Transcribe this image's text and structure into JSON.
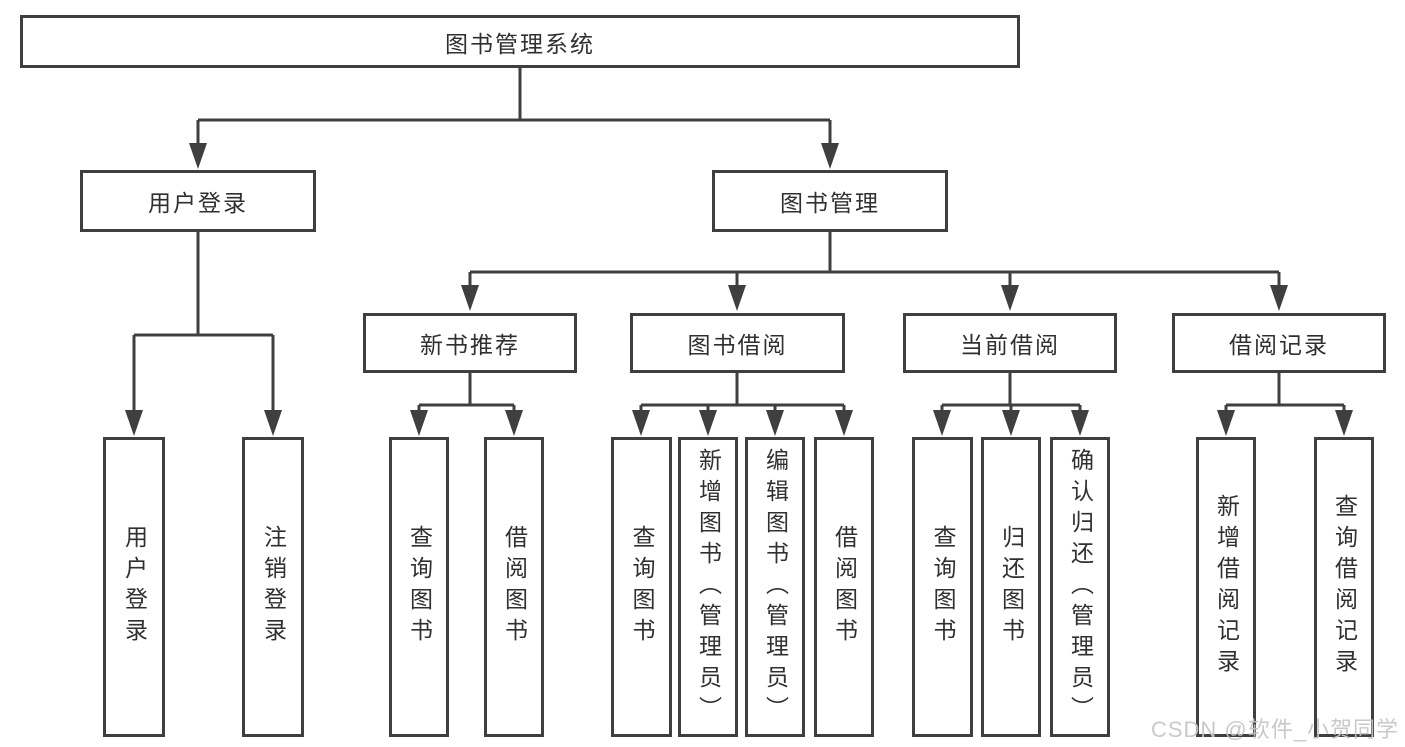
{
  "diagram": {
    "root": {
      "label": "图书管理系统"
    },
    "branches": [
      {
        "label": "用户登录",
        "children": [
          {
            "label": "用户登录"
          },
          {
            "label": "注销登录"
          }
        ]
      },
      {
        "label": "图书管理",
        "children": [
          {
            "label": "新书推荐",
            "children": [
              {
                "label": "查询图书"
              },
              {
                "label": "借阅图书"
              }
            ]
          },
          {
            "label": "图书借阅",
            "children": [
              {
                "label": "查询图书"
              },
              {
                "label": "新增图书（管理员）"
              },
              {
                "label": "编辑图书（管理员）"
              },
              {
                "label": "借阅图书"
              }
            ]
          },
          {
            "label": "当前借阅",
            "children": [
              {
                "label": "查询图书"
              },
              {
                "label": "归还图书"
              },
              {
                "label": "确认归还（管理员）"
              }
            ]
          },
          {
            "label": "借阅记录",
            "children": [
              {
                "label": "新增借阅记录"
              },
              {
                "label": "查询借阅记录"
              }
            ]
          }
        ]
      }
    ]
  },
  "watermark": {
    "text": "CSDN @软件_小贺同学"
  },
  "colors": {
    "line": "#3f3f3f",
    "box_border": "#3f3f3f",
    "box_fill": "#ffffff",
    "text": "#303030",
    "watermark": "#c4c4c4",
    "background": "#ffffff"
  }
}
